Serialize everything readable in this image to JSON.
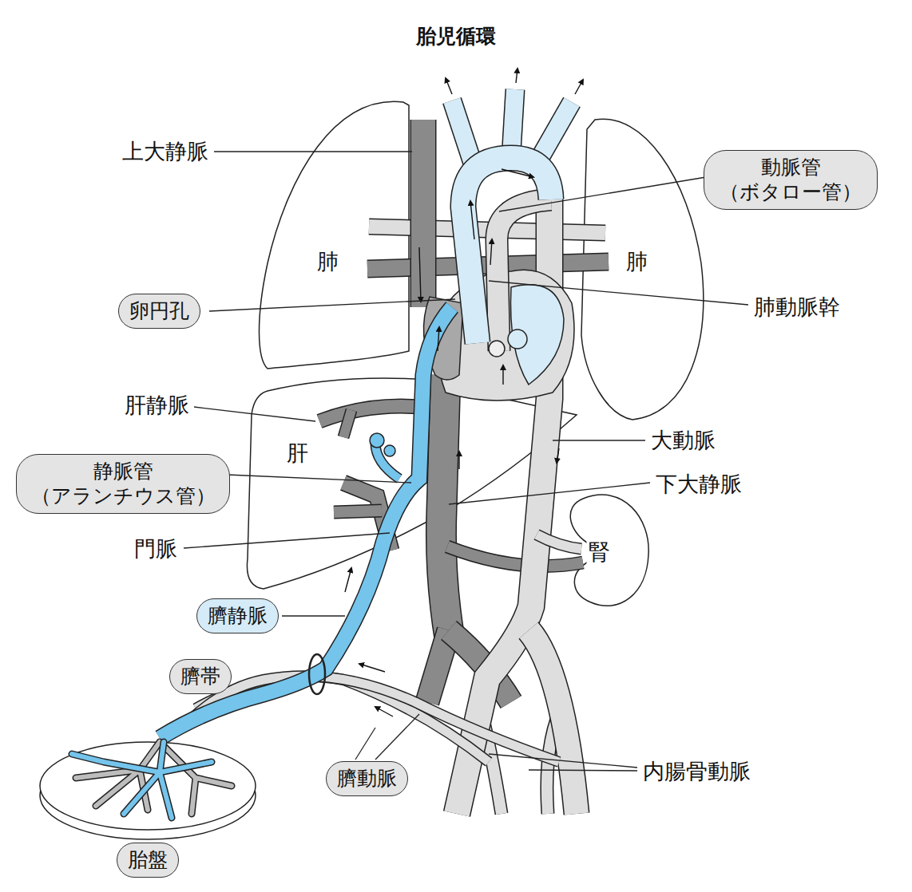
{
  "diagram": {
    "title": "胎児循環",
    "nodes": [
      {
        "text": [
          "動脈管 （ボタロー管）"
        ]
      },
      {
        "text": [
          "卵円孔"
        ]
      },
      {
        "text": [
          "静脈管 （アランチウス管）"
        ]
      },
      {
        "text": [
          "臍静脈"
        ]
      },
      {
        "text": [
          "臍帯"
        ]
      },
      {
        "text": [
          "臍動脈"
        ]
      },
      {
        "text": [
          "胎盤"
        ]
      }
    ],
    "labels": [
      "上大静脈",
      "肺",
      "肺",
      "肺動脈幹",
      "肝静脈",
      "肝",
      "大動脈",
      "下大静脈",
      "門脈",
      "腎",
      "内腸骨動脈"
    ]
  }
}
